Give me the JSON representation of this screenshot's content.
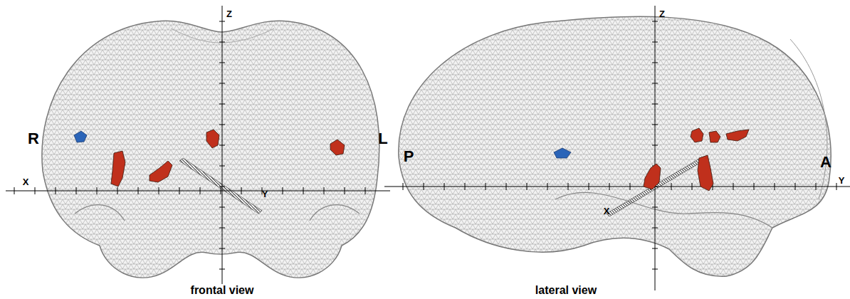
{
  "diagram": {
    "labels": [
      "Z",
      "R",
      "L",
      "X",
      "Y",
      "frontal view",
      "P",
      "Z",
      "A",
      "Y",
      "X",
      "lateral view"
    ]
  }
}
